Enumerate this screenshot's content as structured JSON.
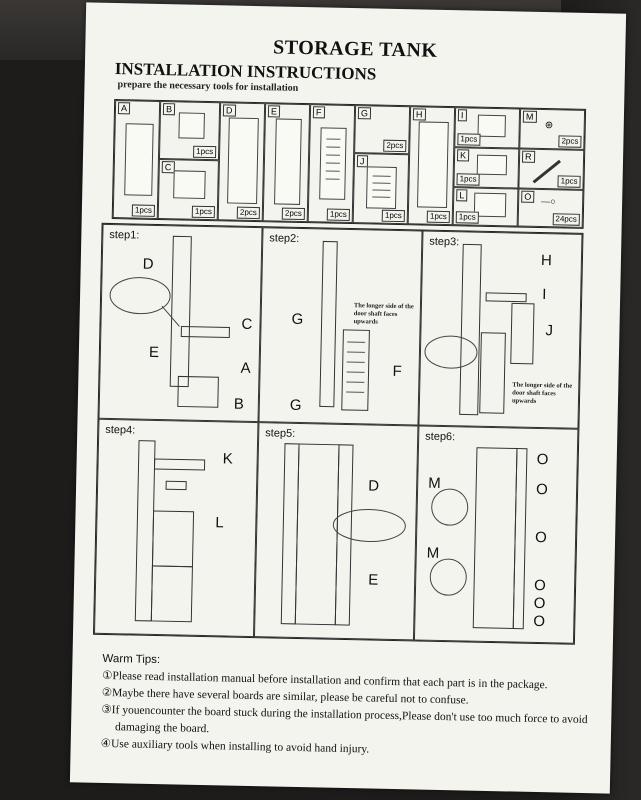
{
  "header": {
    "title": "STORAGE TANK",
    "subtitle": "INSTALLATION INSTRUCTIONS",
    "prep": "prepare the necessary tools for installation"
  },
  "parts": [
    {
      "letter": "A",
      "qty": "1pcs"
    },
    {
      "letter": "B",
      "qty": "1pcs"
    },
    {
      "letter": "C",
      "qty": "1pcs"
    },
    {
      "letter": "D",
      "qty": "2pcs"
    },
    {
      "letter": "E",
      "qty": "2pcs"
    },
    {
      "letter": "F",
      "qty": "1pcs"
    },
    {
      "letter": "G",
      "qty": "2pcs"
    },
    {
      "letter": "J",
      "qty": "1pcs"
    },
    {
      "letter": "H",
      "qty": "1pcs"
    },
    {
      "letter": "I",
      "qty": "1pcs"
    },
    {
      "letter": "K",
      "qty": "1pcs"
    },
    {
      "letter": "L",
      "qty": "1pcs"
    },
    {
      "letter": "M",
      "qty": "2pcs"
    },
    {
      "letter": "R",
      "qty": "1pcs"
    },
    {
      "letter": "O",
      "qty": "24pcs"
    }
  ],
  "steps": {
    "s1": {
      "label": "step1:",
      "labels": [
        "D",
        "C",
        "E",
        "A",
        "B"
      ]
    },
    "s2": {
      "label": "step2:",
      "labels": [
        "G",
        "F",
        "G"
      ],
      "note": "The longer side of the door shaft faces upwards"
    },
    "s3": {
      "label": "step3:",
      "labels": [
        "H",
        "I",
        "J"
      ],
      "note": "The longer side of the door shaft faces upwards"
    },
    "s4": {
      "label": "step4:",
      "labels": [
        "K",
        "L"
      ]
    },
    "s5": {
      "label": "step5:",
      "labels": [
        "D",
        "E"
      ]
    },
    "s6": {
      "label": "step6:",
      "labels": [
        "M",
        "M",
        "O",
        "O",
        "O",
        "O",
        "O",
        "O"
      ]
    }
  },
  "tips": {
    "heading": "Warm Tips:",
    "t1": "①Please read installation manual before installation and confirm that each part is in the package.",
    "t2": "②Maybe there have several boards are similar, please be careful not to confuse.",
    "t3a": "③If youencounter the board stuck during the installation process,Please don't use too much force to avoid",
    "t3b": "damaging the board.",
    "t4": "④Use auxiliary tools when installing to avoid hand injury."
  }
}
